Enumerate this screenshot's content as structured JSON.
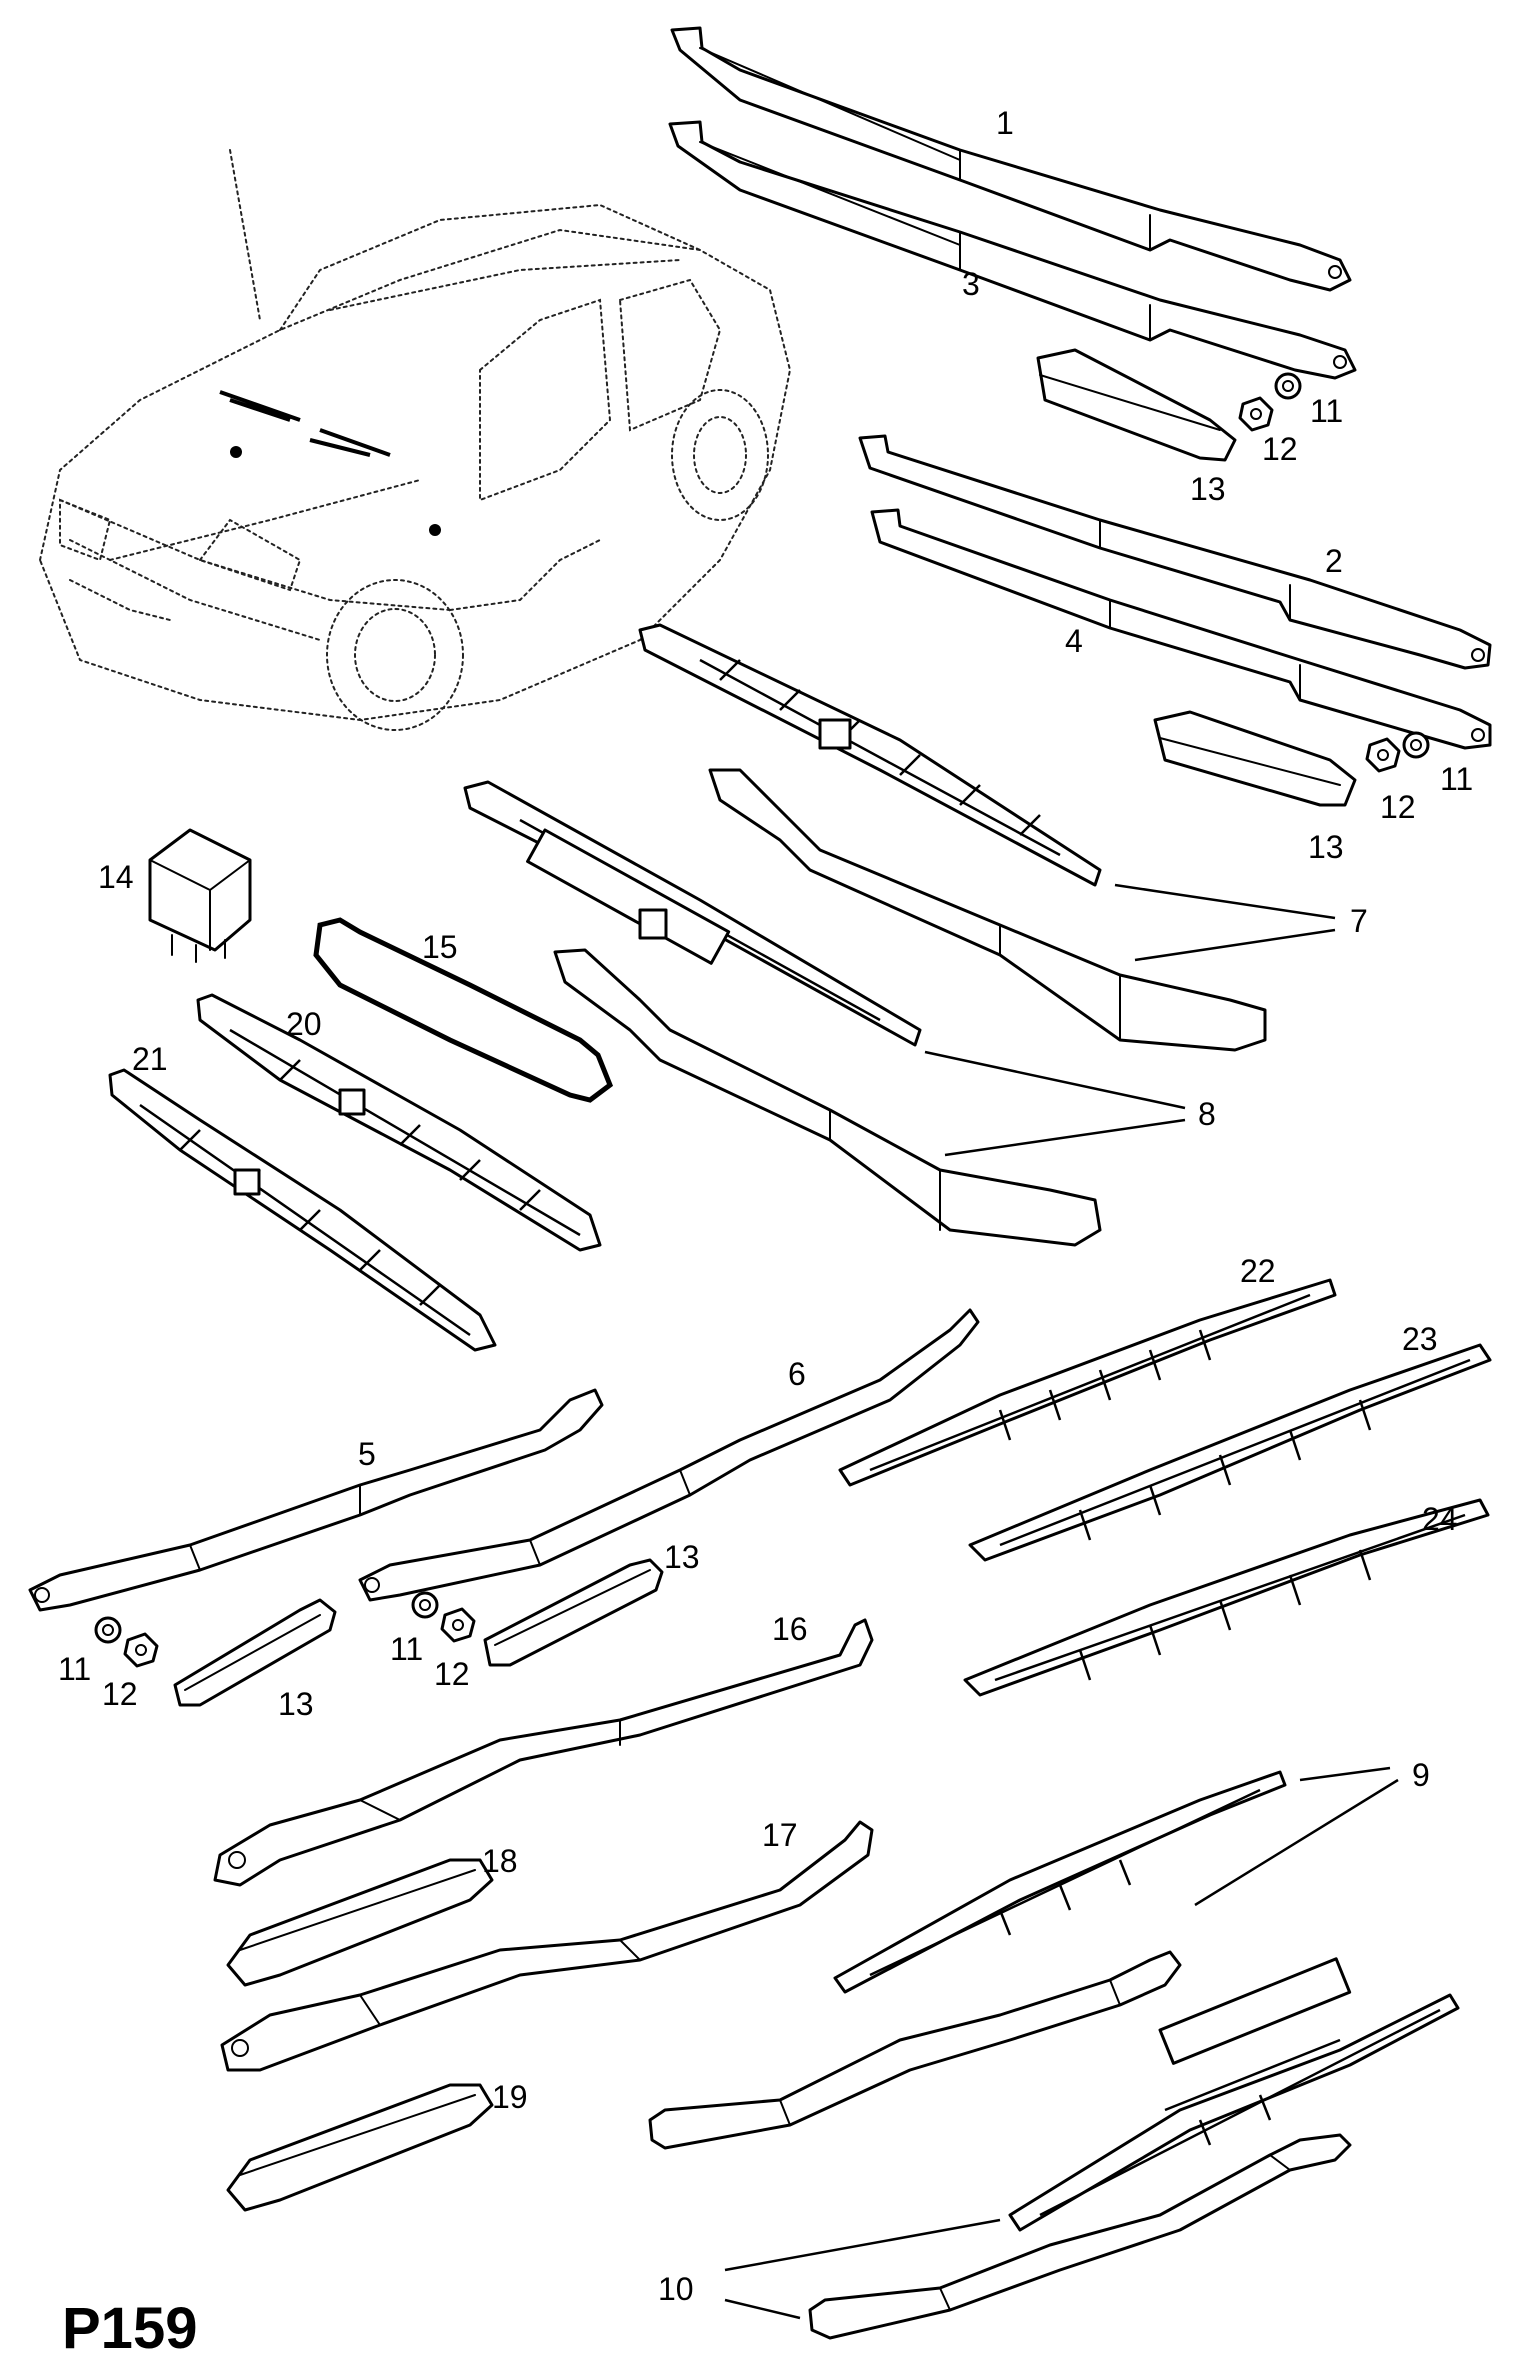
{
  "diagram": {
    "code": "P159",
    "callouts": [
      "1",
      "2",
      "3",
      "4",
      "5",
      "6",
      "7",
      "8",
      "9",
      "10",
      "11",
      "12",
      "13",
      "14",
      "15",
      "16",
      "17",
      "18",
      "19",
      "20",
      "21",
      "22",
      "23",
      "24"
    ]
  }
}
